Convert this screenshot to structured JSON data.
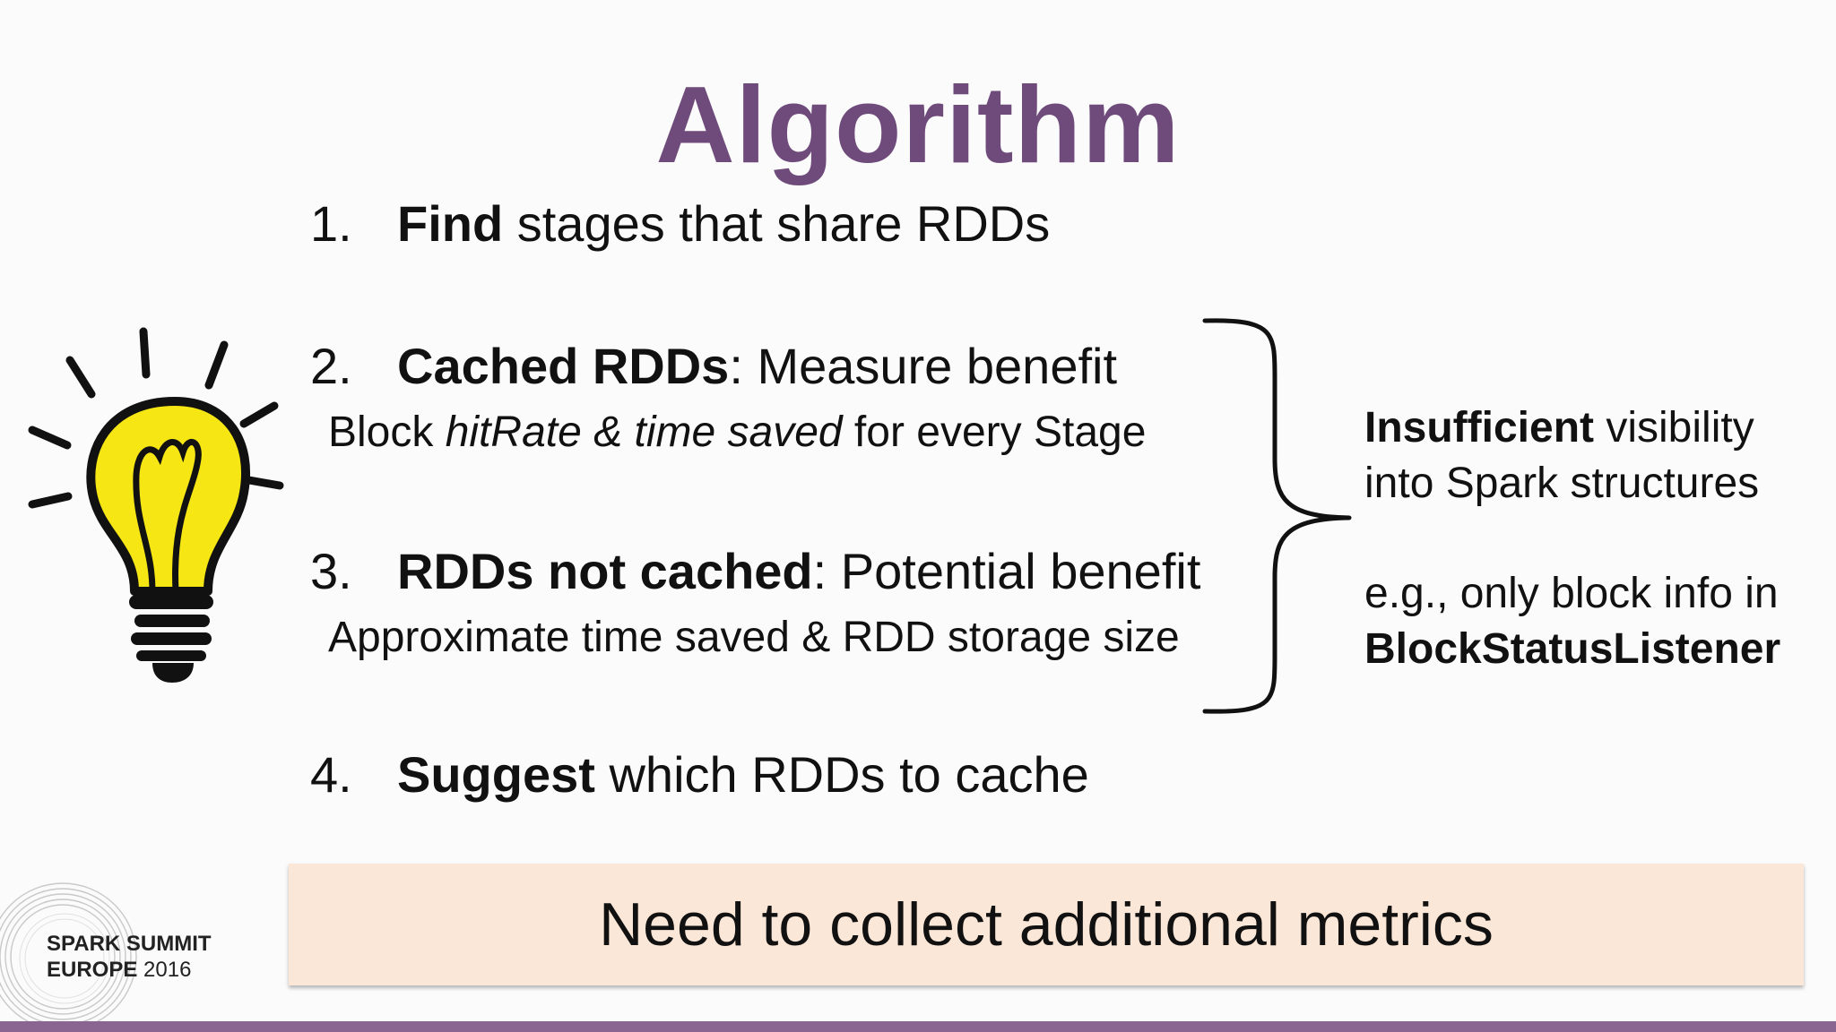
{
  "slide": {
    "title": "Algorithm",
    "items": [
      {
        "number": "1.",
        "bold": "Find",
        "rest": " stages that share RDDs"
      },
      {
        "number": "2.",
        "bold": "Cached RDDs",
        "rest": ": Measure benefit",
        "sub": {
          "pre": "Block ",
          "italic": "hitRate & time saved",
          "post": " for every Stage"
        }
      },
      {
        "number": "3.",
        "bold": "RDDs not cached",
        "rest": ": Potential benefit",
        "sub": {
          "text": "Approximate time saved & RDD storage size"
        }
      },
      {
        "number": "4.",
        "bold": "Suggest",
        "rest": " which RDDs to cache"
      }
    ],
    "note": {
      "line1_bold": "Insufficient",
      "line1_rest": " visibility",
      "line2": "into Spark structures",
      "line3": "e.g., only block info in",
      "line4_bold": "BlockStatusListener"
    },
    "banner": "Need to collect additional metrics",
    "logo": {
      "line1": "SPARK SUMMIT",
      "line2": "EUROPE",
      "year": "2016"
    },
    "colors": {
      "title": "#6f4b7c",
      "banner": "#fbe7d7",
      "bar": "#8a6591",
      "bulb": "#f5e614"
    }
  }
}
